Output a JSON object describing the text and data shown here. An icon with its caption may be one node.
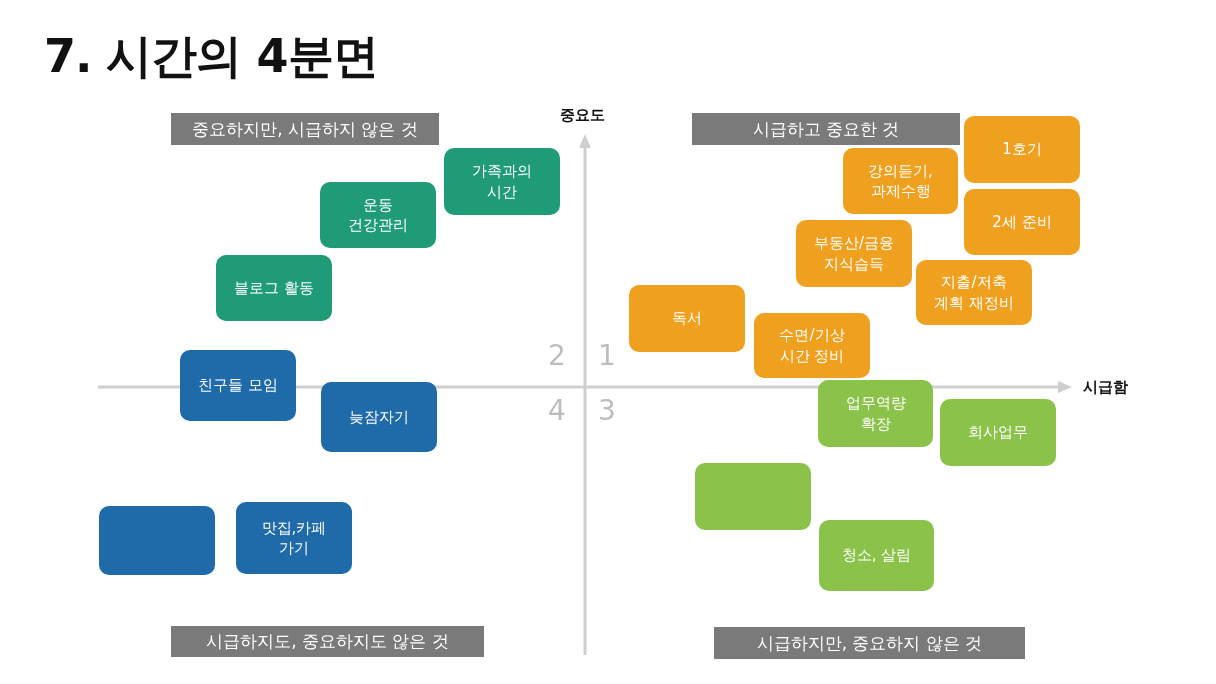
{
  "diagram": {
    "title": "7. 시간의 4분면",
    "nodes": [
      {
        "text": [
          "중요하지만, 시급하지 않은 것"
        ]
      },
      {
        "text": [
          "시급하고 중요한 것"
        ]
      },
      {
        "text": [
          "1호기"
        ]
      },
      {
        "text": [
          "가족과의 시간"
        ]
      },
      {
        "text": [
          "강의듣기, 과제수행"
        ]
      },
      {
        "text": [
          "운동 건강관리"
        ]
      },
      {
        "text": [
          "2세 준비"
        ]
      },
      {
        "text": [
          "부동산/금융 지식습득"
        ]
      },
      {
        "text": [
          "지출/저축 계획 재정비"
        ]
      },
      {
        "text": [
          "블로그 활동"
        ]
      },
      {
        "text": [
          "독서"
        ]
      },
      {
        "text": [
          "수면/기상 시간 정비"
        ]
      },
      {
        "text": [
          "친구들 모임"
        ]
      },
      {
        "text": [
          "업무역량 확장"
        ]
      },
      {
        "text": [
          "늦잠자기"
        ]
      },
      {
        "text": [
          "회사업무"
        ]
      },
      {
        "text": [],
        "shape": "box"
      },
      {
        "text": [],
        "shape": "box"
      },
      {
        "text": [
          "맛집,카페 가기"
        ]
      },
      {
        "text": [
          "청소, 살림"
        ]
      },
      {
        "text": [
          "시급하지도, 중요하지도 않은 것"
        ]
      },
      {
        "text": [
          "시급하지만, 중요하지 않은 것"
        ]
      }
    ],
    "labels": [
      "중요도",
      "2",
      "1",
      "시급함",
      "4",
      "3"
    ]
  }
}
